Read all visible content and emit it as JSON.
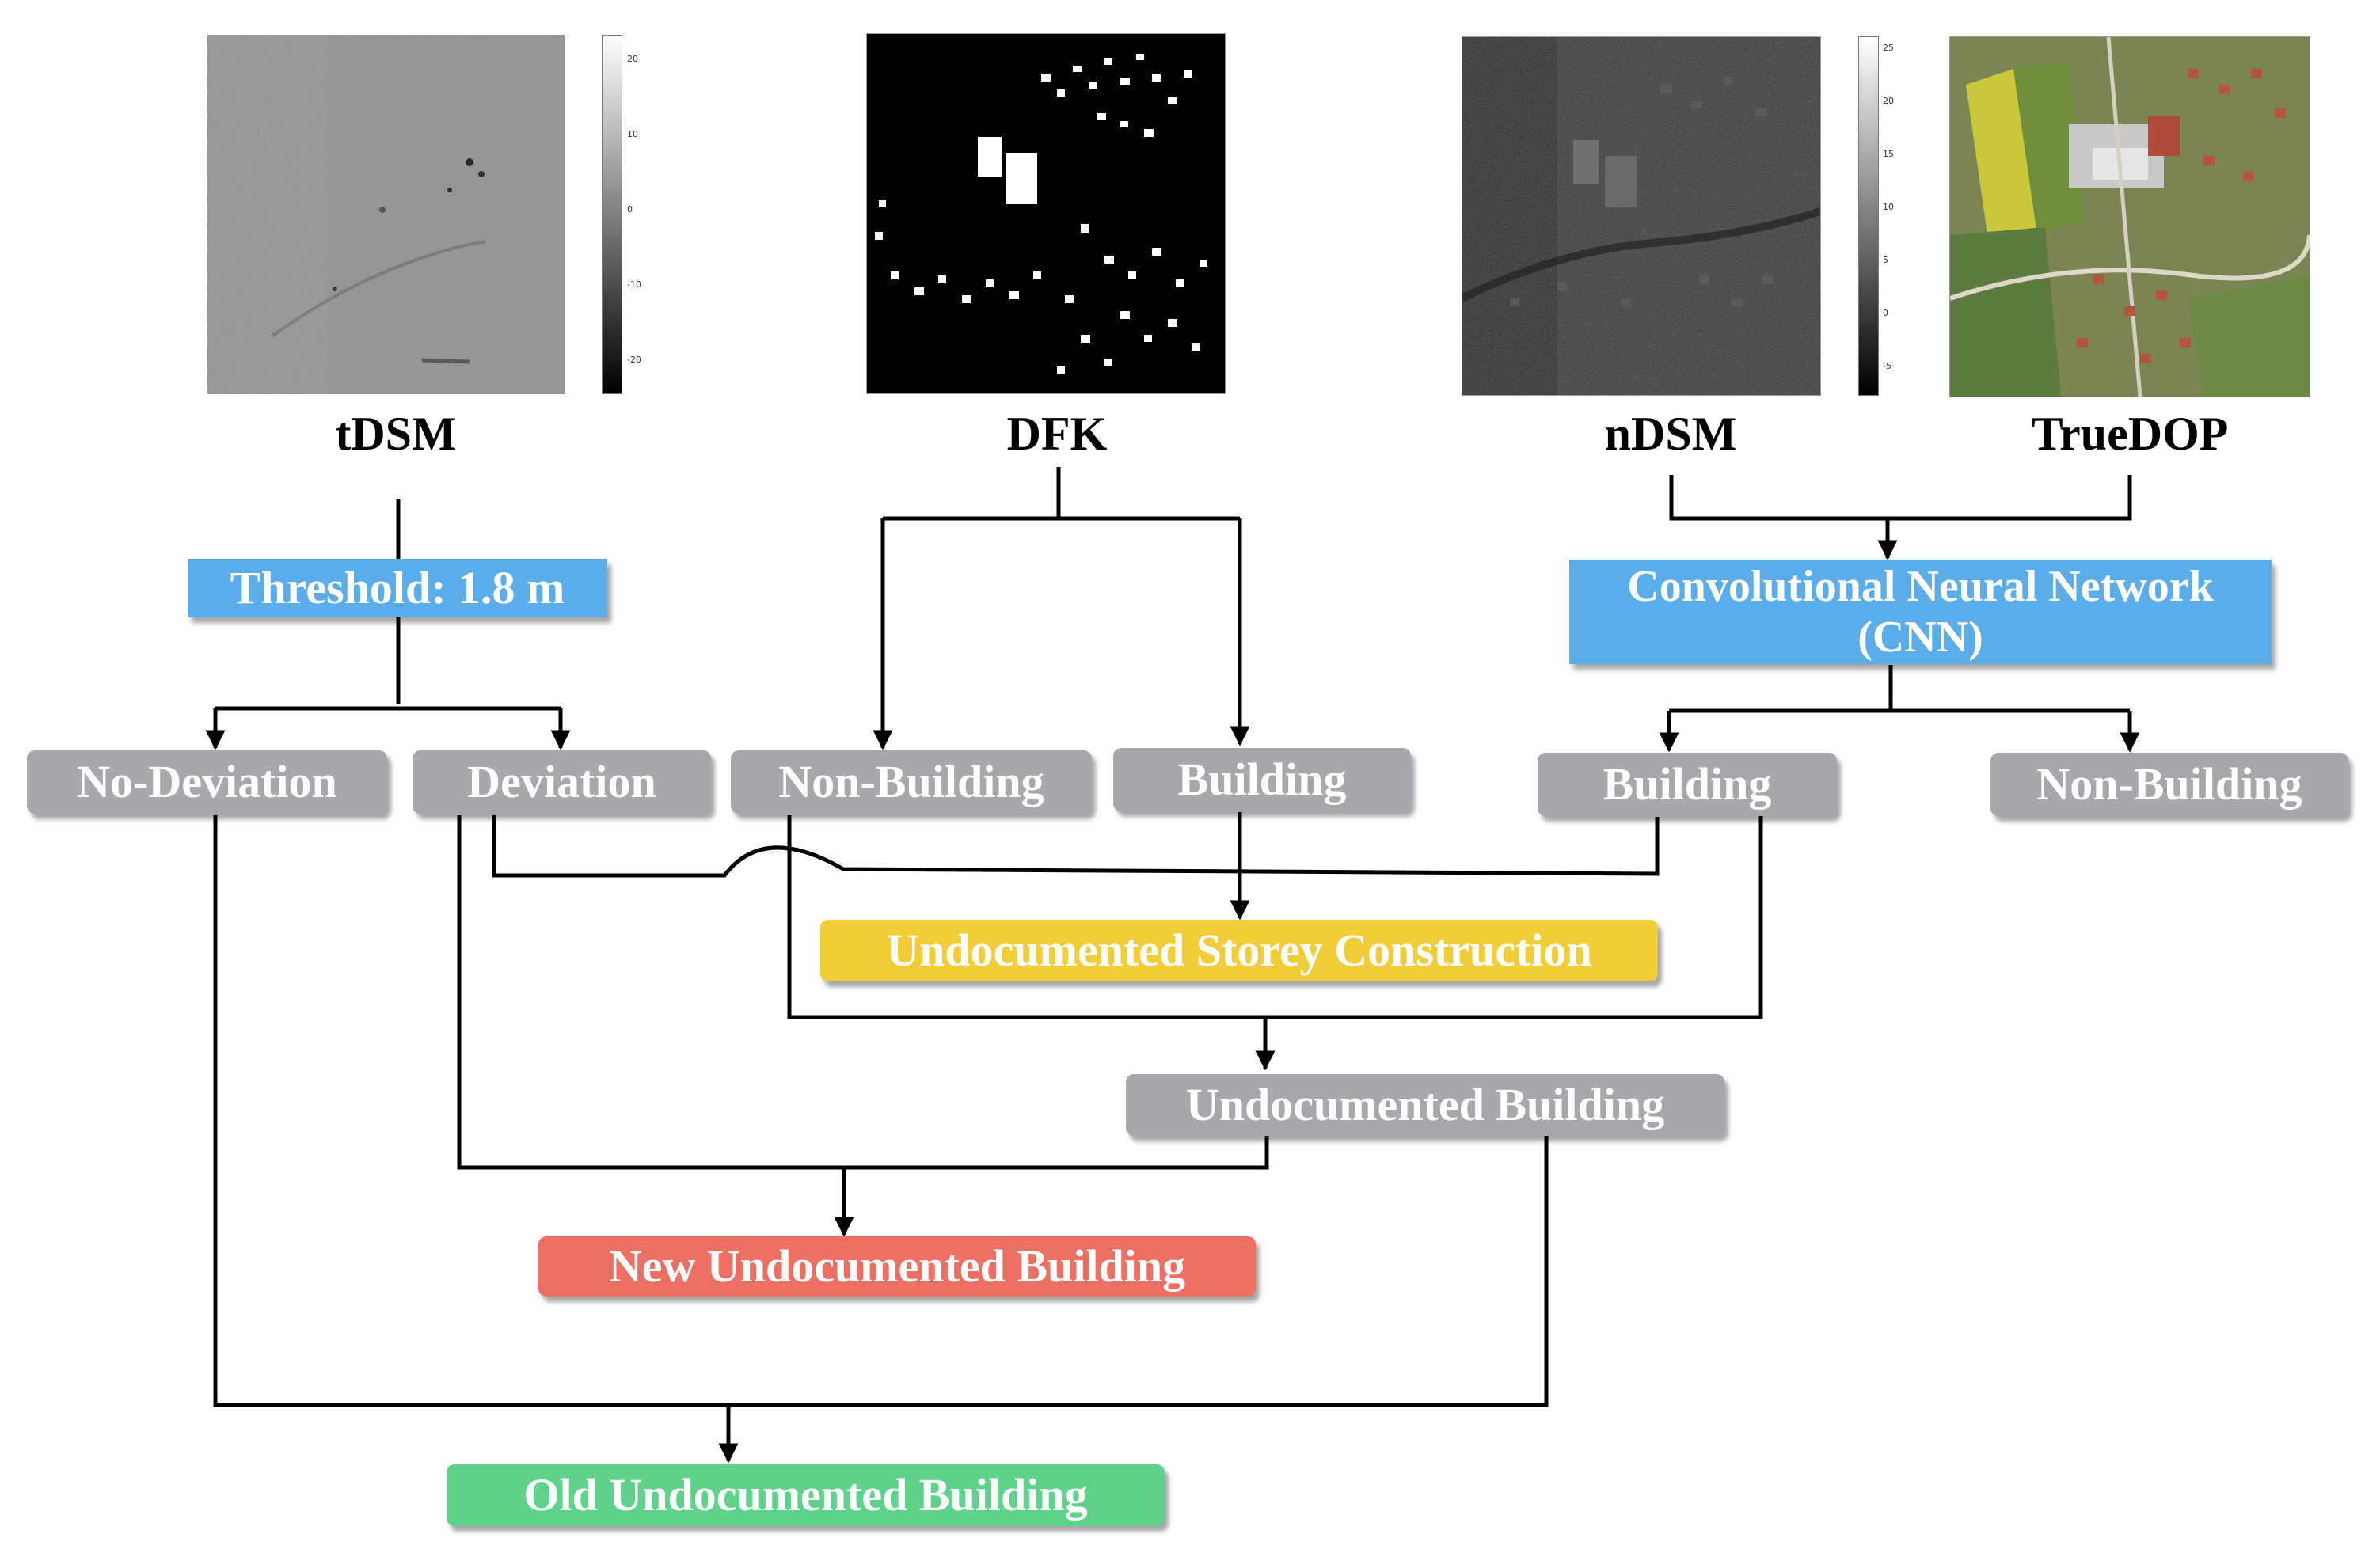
{
  "colors": {
    "blue": "#5badea",
    "gray": "#a6a8ab",
    "yellow": "#f2cd3a",
    "red": "#eb6f63",
    "green": "#5fd38b",
    "line": "#000000"
  },
  "images": {
    "tdsm": {
      "label": "tDSM",
      "colorbar_ticks": [
        "20",
        "10",
        "0",
        "-10",
        "-20"
      ]
    },
    "dfk": {
      "label": "DFK"
    },
    "ndsm": {
      "label": "nDSM",
      "colorbar_ticks": [
        "25",
        "20",
        "15",
        "10",
        "5",
        "0",
        "-5"
      ]
    },
    "truedop": {
      "label": "TrueDOP"
    }
  },
  "nodes": {
    "threshold": "Threshold: 1.8 m",
    "cnn": "Convolutional Neural Network (CNN)",
    "no_deviation": "No-Deviation",
    "deviation": "Deviation",
    "dfk_non_building": "Non-Building",
    "dfk_building": "Building",
    "cnn_building": "Building",
    "cnn_non_building": "Non-Building",
    "storey": "Undocumented Storey Construction",
    "undoc_building": "Undocumented Building",
    "new_undoc": "New Undocumented Building",
    "old_undoc": "Old Undocumented Building"
  }
}
